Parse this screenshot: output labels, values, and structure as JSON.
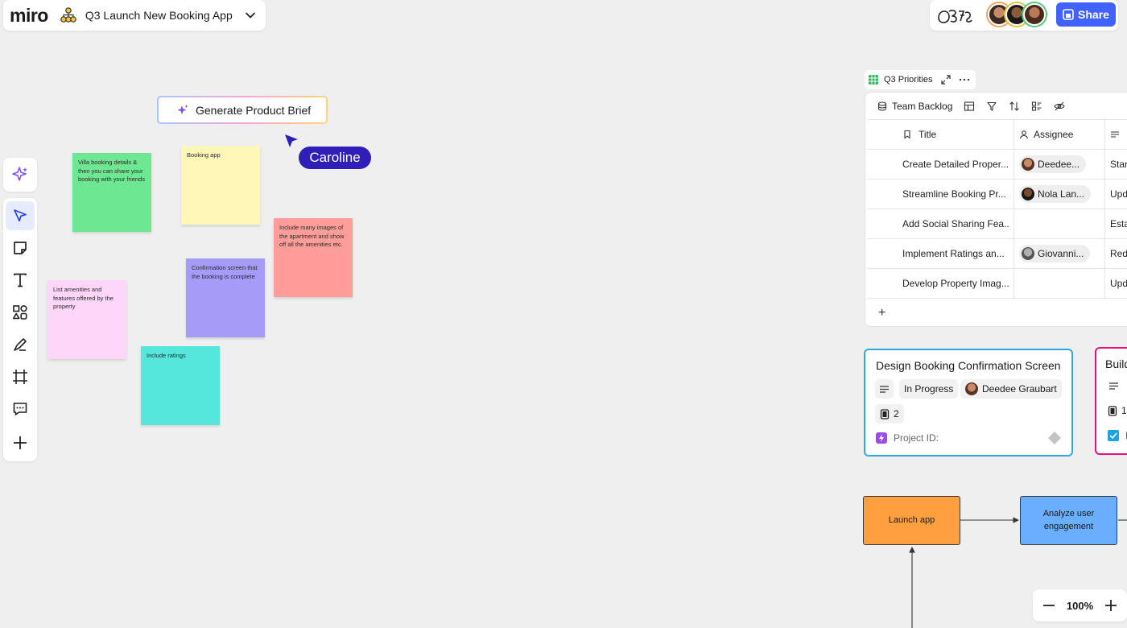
{
  "header": {
    "logo": "miro",
    "board_title": "Q3 Launch New Booking App",
    "share_label": "Share"
  },
  "colors": {
    "accent": "#4262ff",
    "cursor": "#2d1fb7",
    "card_blue_border": "#2fa8e6",
    "card_pink_border": "#e5127d",
    "launch_app_fill": "#ff9f3f",
    "analyze_fill": "#6aaeff"
  },
  "toolbar": {
    "tools": [
      "ai-sparkle-icon",
      "select-cursor-icon",
      "sticky-note-icon",
      "text-icon",
      "shapes-icon",
      "pen-icon",
      "frame-icon",
      "comment-icon",
      "add-icon"
    ]
  },
  "canvas": {
    "generate_brief_label": "Generate Product Brief",
    "cursor_name": "Caroline",
    "stickies": [
      {
        "text": "Villa booking details & then you can share your booking with your friends",
        "color": "#6de792"
      },
      {
        "text": "Booking app",
        "color": "#fff7b8"
      },
      {
        "text": "Include many images of the apartment and show off all the amenities etc.",
        "color": "#ff9d9a"
      },
      {
        "text": "Confirmation screen that the booking is complete",
        "color": "#a69cf8"
      },
      {
        "text": "List amenities and features offered by the property",
        "color": "#fdd6fa"
      },
      {
        "text": "Include ratings",
        "color": "#55e7dc"
      }
    ]
  },
  "table": {
    "chip_title": "Q3 Priorities",
    "view_name": "Team Backlog",
    "columns": {
      "title": "Title",
      "assignee": "Assignee"
    },
    "rows": [
      {
        "title": "Create Detailed Proper...",
        "assignee": "Deedee...",
        "third": "Stan"
      },
      {
        "title": "Streamline Booking Pr...",
        "assignee": "Nola Lan...",
        "third": "Upd"
      },
      {
        "title": "Add Social Sharing Fea...",
        "assignee": "",
        "third": "Esta"
      },
      {
        "title": "Implement Ratings an...",
        "assignee": "Giovanni...",
        "third": "Redu"
      },
      {
        "title": "Develop Property Imag...",
        "assignee": "",
        "third": "Upd"
      }
    ],
    "add_row": "+"
  },
  "cards": [
    {
      "title": "Design Booking Confirmation Screen",
      "status": "In Progress",
      "assignee": "Deedee Graubart",
      "count": "2",
      "project_label": "Project ID:"
    },
    {
      "title": "Build",
      "count": "1",
      "check_label": "N"
    }
  ],
  "flow": {
    "nodes": [
      "Launch app",
      "Analyze user engagement"
    ]
  },
  "zoom": {
    "level": "100%"
  }
}
